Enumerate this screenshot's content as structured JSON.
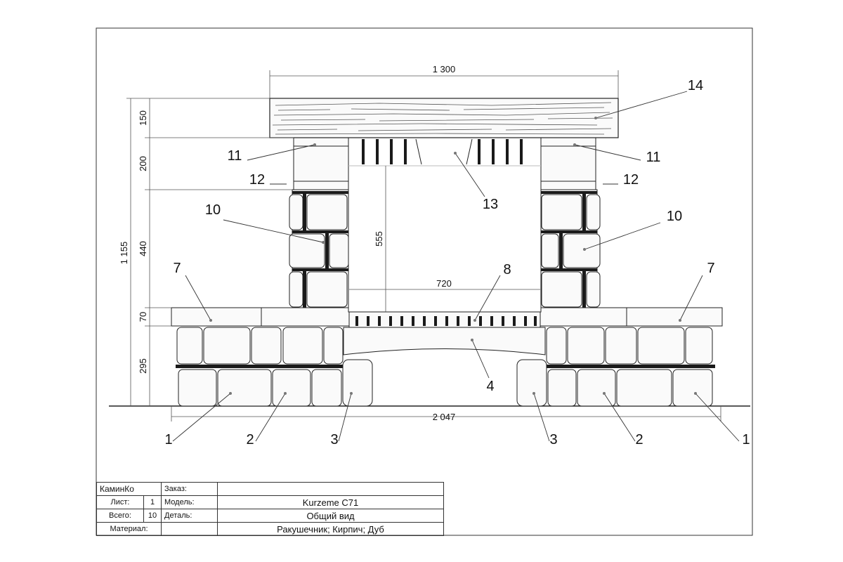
{
  "dimensions": {
    "top_width": "1 300",
    "total_height": "1 155",
    "h_150": "150",
    "h_200": "200",
    "h_440": "440",
    "h_70": "70",
    "h_295": "295",
    "inner_height": "555",
    "inner_width": "720",
    "base_width": "2 047"
  },
  "callouts": {
    "c1": "1",
    "c2": "2",
    "c3": "3",
    "c4": "4",
    "c7": "7",
    "c8": "8",
    "c10": "10",
    "c11": "11",
    "c12": "12",
    "c13": "13",
    "c14": "14"
  },
  "title_block": {
    "company": "КаминКо",
    "order_label": "Заказ:",
    "order_value": "",
    "sheet_label": "Лист:",
    "sheet_value": "1",
    "total_label": "Всего:",
    "total_value": "10",
    "model_label": "Модель:",
    "model_value": "Kurzeme C71",
    "detail_label": "Деталь:",
    "detail_value": "Общий вид",
    "material_label": "Материал:",
    "material_value": "Ракушечник; Кирпич; Дуб"
  },
  "colors": {
    "line": "#222222",
    "mortar": "#1a1a1a",
    "wood_grain": "#555555"
  }
}
